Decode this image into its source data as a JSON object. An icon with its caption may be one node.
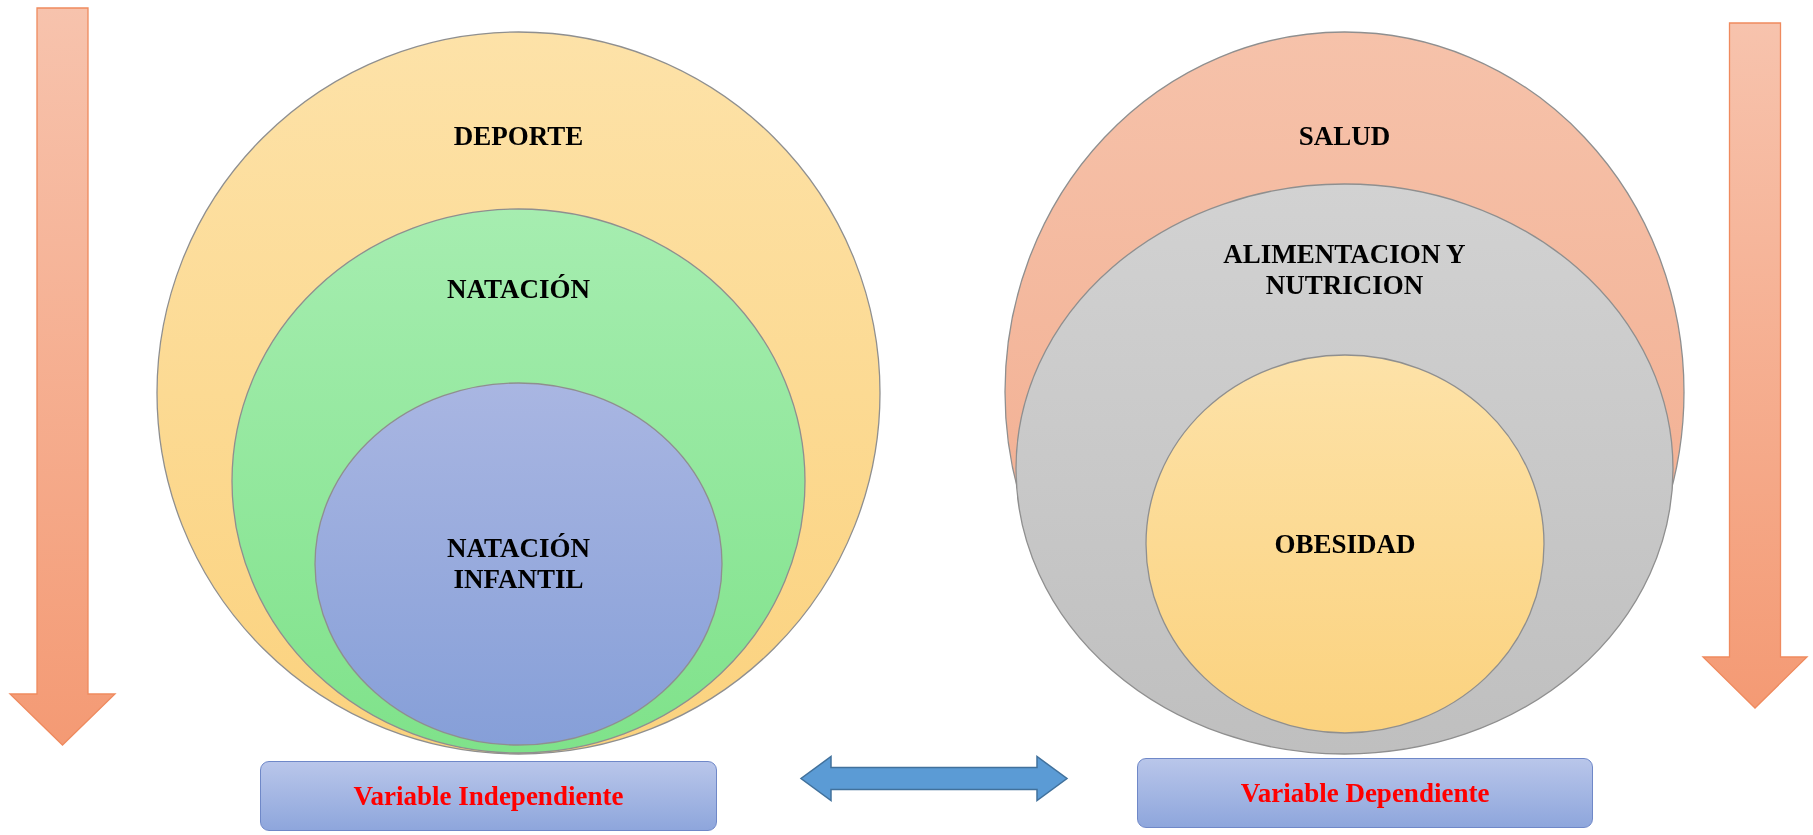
{
  "diagram": {
    "nodes": [
      {
        "text": [
          "DEPORTE"
        ]
      },
      {
        "text": [
          "NATACIÓN"
        ],
        "in": 0
      },
      {
        "text": [
          "NATACIÓN INFANTIL"
        ],
        "in": 1
      },
      {
        "text": [
          "SALUD"
        ]
      },
      {
        "text": [
          "ALIMENTACION Y NUTRICION"
        ],
        "in": 3
      },
      {
        "text": [
          "OBESIDAD"
        ],
        "in": 4
      },
      {
        "text": [
          "Variable Independiente"
        ]
      },
      {
        "text": [
          "Variable Dependiente"
        ]
      }
    ],
    "edges": [
      {
        "from": 6,
        "to": 7,
        "arrow": "both",
        "style": "thick",
        "color": "#5b9bd5"
      }
    ]
  }
}
